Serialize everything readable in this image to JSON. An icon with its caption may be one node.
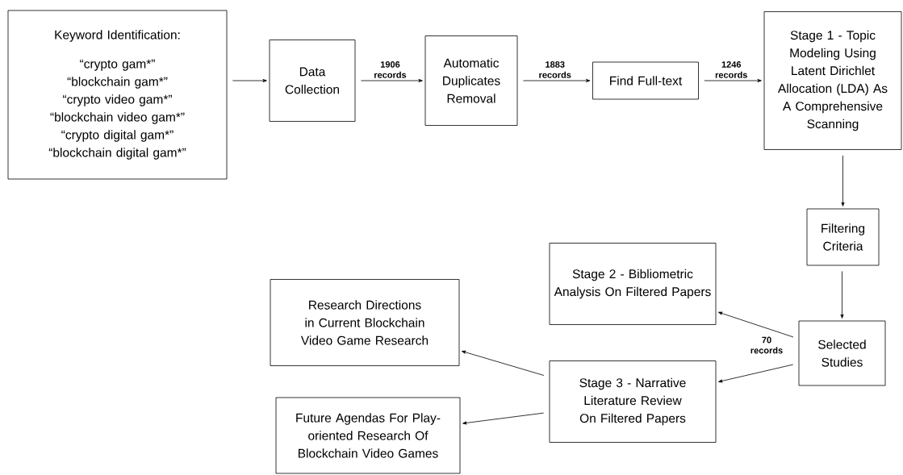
{
  "diagram": {
    "nodes": [
      {
        "text": [
          "Keyword Identification:",
          "“crypto gam*”",
          "“blockchain gam*”",
          "“crypto video gam*”",
          "“blockchain video gam*”",
          "“crypto digital gam*”",
          "“blockchain digital gam*”"
        ]
      },
      {
        "text": [
          "Data Collection"
        ]
      },
      {
        "text": [
          "Automatic Duplicates Removal"
        ]
      },
      {
        "text": [
          "Find Full-text"
        ]
      },
      {
        "text": [
          "Stage 1 - Topic Modeling Using Latent Dirichlet Allocation (LDA) As A Comprehensive Scanning"
        ]
      },
      {
        "text": [
          "Filtering Criteria"
        ]
      },
      {
        "text": [
          "Stage 2 - Bibliometric Analysis On Filtered Papers"
        ]
      },
      {
        "text": [
          "Research Directions in Current Blockchain Video Game Research"
        ]
      },
      {
        "text": [
          "Selected Studies"
        ]
      },
      {
        "text": [
          "Stage 3 - Narrative Literature Review On Filtered Papers"
        ]
      },
      {
        "text": [
          "Future Agendas For Play-oriented Research Of Blockchain Video Games"
        ]
      }
    ],
    "edges": [
      {
        "from": 0,
        "to": 1,
        "arrow": "to"
      },
      {
        "from": 1,
        "to": 2,
        "arrow": "to",
        "label": "1906 records"
      },
      {
        "from": 2,
        "to": 3,
        "arrow": "to",
        "label": "1883 records"
      },
      {
        "from": 3,
        "to": 4,
        "arrow": "to",
        "label": "1246 records"
      },
      {
        "from": 4,
        "to": 5,
        "arrow": "to"
      },
      {
        "from": 5,
        "to": 8,
        "arrow": "to"
      },
      {
        "from": 8,
        "to": 6,
        "arrow": "to"
      },
      {
        "from": 8,
        "to": 9,
        "arrow": "to",
        "label": "70 records"
      },
      {
        "from": 9,
        "to": 7,
        "arrow": "to"
      },
      {
        "from": 9,
        "to": 10,
        "arrow": "to"
      }
    ]
  }
}
